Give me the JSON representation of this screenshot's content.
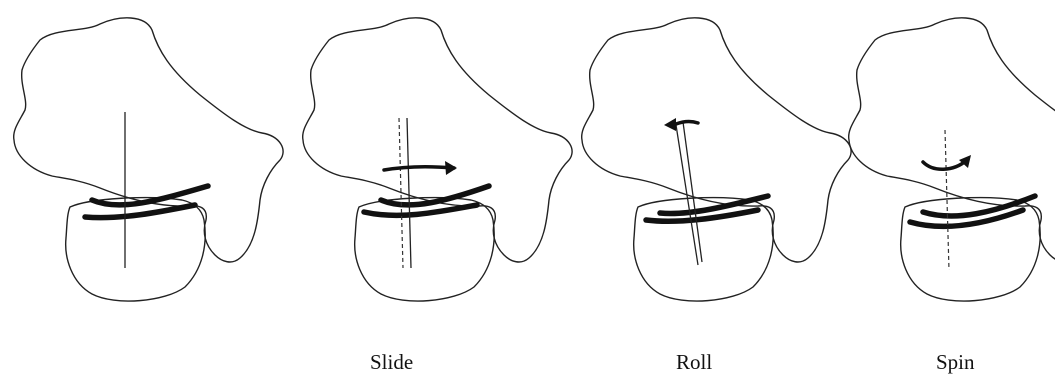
{
  "figure": {
    "panels": [
      {
        "caption": ""
      },
      {
        "caption": "Slide"
      },
      {
        "caption": "Roll"
      },
      {
        "caption": "Spin"
      }
    ]
  }
}
